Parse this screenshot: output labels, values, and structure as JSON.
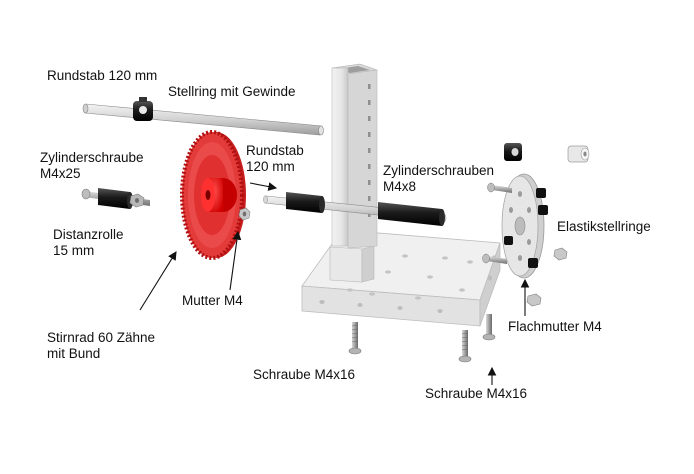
{
  "diagram": {
    "labels": {
      "rundstab_top": "Rundstab 120 mm",
      "stellring": "Stellring mit Gewinde",
      "zylinderschraube_line1": "Zylinderschraube",
      "zylinderschraube_line2": "M4x25",
      "rundstab_mid_line1": "Rundstab",
      "rundstab_mid_line2": "120 mm",
      "zylinderschrauben_line1": "Zylinderschrauben",
      "zylinderschrauben_line2": "M4x8",
      "distanzrolle_line1": "Distanzrolle",
      "distanzrolle_line2": "15  mm",
      "elastikstellringe": "Elastikstellringe",
      "mutter": "Mutter M4",
      "stirnrad_line1": "Stirnrad 60 Zähne",
      "stirnrad_line2": "mit Bund",
      "flachmutter": "Flachmutter M4",
      "schraube_left": "Schraube M4x16",
      "schraube_right": "Schraube M4x16"
    },
    "colors": {
      "gear_red": "#e23a3a",
      "hub_red": "#ff1a1a",
      "part_black": "#1a1a1a",
      "plate_light": "#eeeeee",
      "plate_shade": "#cfcfcf",
      "rod_gray": "#c9c9c9",
      "screw_gray": "#9a9a9a"
    }
  }
}
